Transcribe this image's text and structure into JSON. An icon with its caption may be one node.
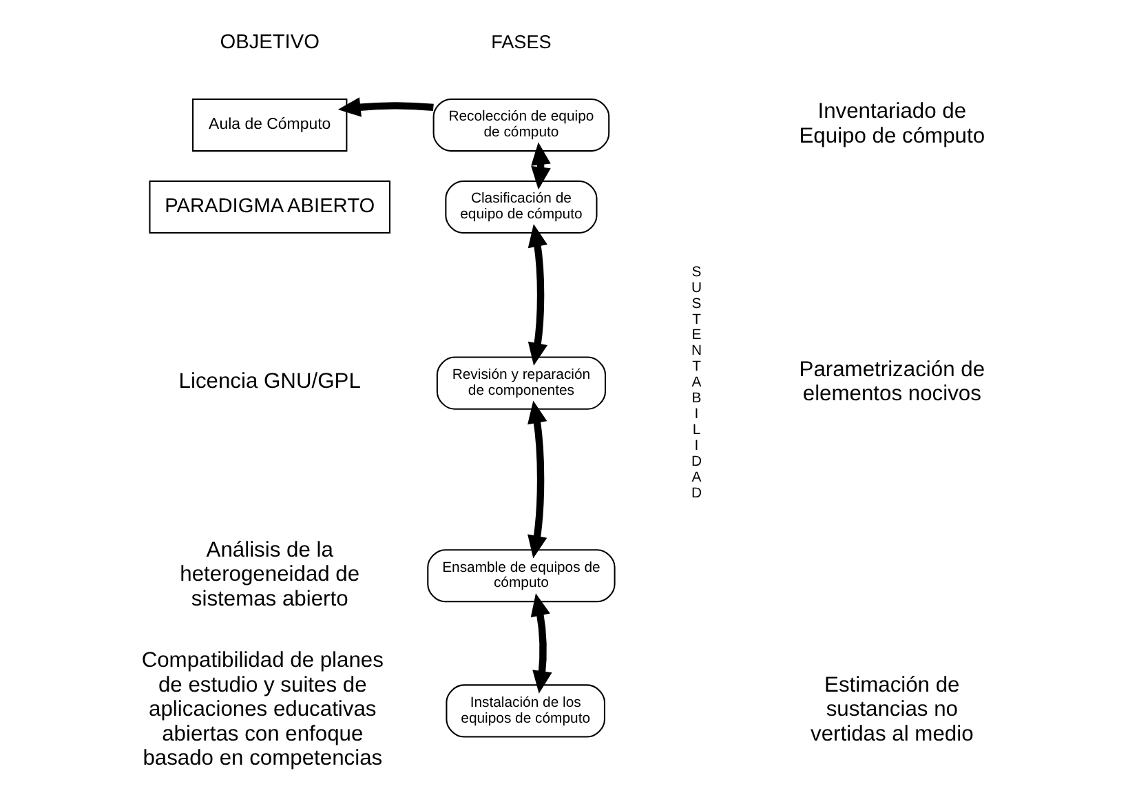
{
  "diagram": {
    "nodes": [
      {
        "text": [
          "Aula de Cómputo"
        ]
      },
      {
        "text": [
          "PARADIGMA ABIERTO"
        ]
      },
      {
        "text": [
          "Recolección de equipo de cómputo"
        ]
      },
      {
        "text": [
          "Clasificación de equipo de cómputo"
        ]
      },
      {
        "text": [
          "Revisión y reparación de componentes"
        ]
      },
      {
        "text": [
          "Ensamble de equipos de cómputo"
        ]
      },
      {
        "text": [
          "Instalación de los equipos de cómputo"
        ]
      }
    ],
    "edges": [
      {
        "from": 2,
        "to": 0,
        "arrow": "to"
      },
      {
        "from": 2,
        "to": 3,
        "arrow": "both"
      },
      {
        "from": 3,
        "to": 4,
        "arrow": "both"
      },
      {
        "from": 4,
        "to": 5,
        "arrow": "both"
      },
      {
        "from": 5,
        "to": 6,
        "arrow": "both"
      }
    ],
    "labels": [
      "OBJETIVO",
      "FASES",
      "SUSTENTABILIDAD",
      "Inventariado de Equipo de cómputo",
      "Licencia GNU/GPL",
      "Parametrización de elementos nocivos",
      "Análisis de la heterogeneidad de sistemas abierto",
      "Estimación de sustancias no vertidas al medio",
      "Compatibilidad de planes de estudio y suites de aplicaciones educativas abiertas con enfoque basado en competencias"
    ]
  }
}
